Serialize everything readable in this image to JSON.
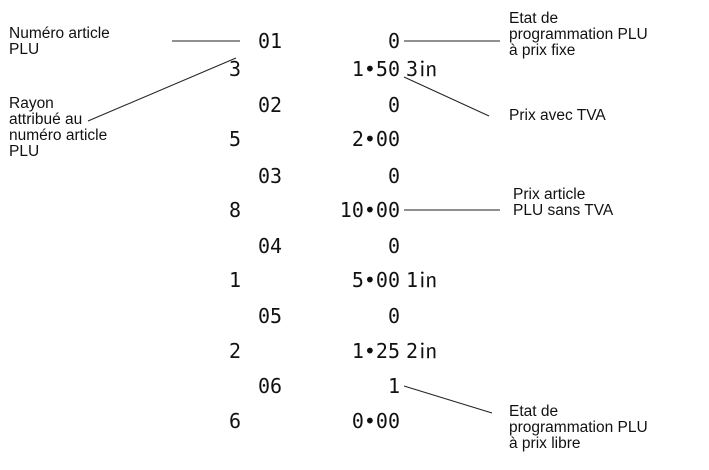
{
  "annotations": {
    "plu_number": [
      "Numéro article",
      "PLU"
    ],
    "department": [
      "Rayon",
      "attribué au",
      "numéro article",
      "PLU"
    ],
    "fixed_price_status": [
      "Etat de",
      "programmation PLU",
      "à prix fixe"
    ],
    "price_with_vat": "Prix avec TVA",
    "price_without_vat": [
      "Prix article",
      "PLU sans TVA"
    ],
    "open_price_status": [
      "Etat de",
      "programmation PLU",
      "à prix libre"
    ]
  },
  "receipt": {
    "rows": [
      {
        "plu": "01",
        "status": "0",
        "dept": "3",
        "price": "1•50",
        "tax": "3㏌"
      },
      {
        "plu": "02",
        "status": "0",
        "dept": "5",
        "price": "2•00",
        "tax": ""
      },
      {
        "plu": "03",
        "status": "0",
        "dept": "8",
        "price": "10•00",
        "tax": ""
      },
      {
        "plu": "04",
        "status": "0",
        "dept": "1",
        "price": "5•00",
        "tax": "1㏌"
      },
      {
        "plu": "05",
        "status": "0",
        "dept": "2",
        "price": "1•25",
        "tax": "2㏌"
      },
      {
        "plu": "06",
        "status": "1",
        "dept": "6",
        "price": "0•00",
        "tax": ""
      }
    ]
  }
}
